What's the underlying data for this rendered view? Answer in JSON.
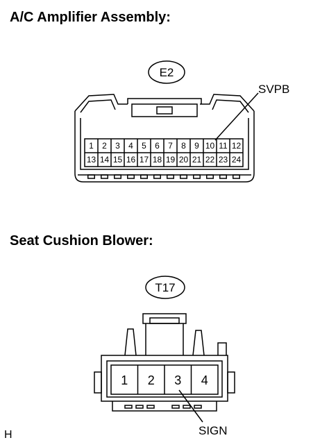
{
  "headings": {
    "ac_amplifier": "A/C Amplifier Assembly:",
    "seat_cushion": "Seat Cushion Blower:"
  },
  "connector_e2": {
    "id": "E2",
    "callout": "SVPB",
    "row1": [
      "1",
      "2",
      "3",
      "4",
      "5",
      "6",
      "7",
      "8",
      "9",
      "10",
      "11",
      "12"
    ],
    "row2": [
      "13",
      "14",
      "15",
      "16",
      "17",
      "18",
      "19",
      "20",
      "21",
      "22",
      "23",
      "24"
    ]
  },
  "connector_t17": {
    "id": "T17",
    "callout": "SIGN",
    "pins": [
      "1",
      "2",
      "3",
      "4"
    ]
  },
  "footer": {
    "letter": "H"
  }
}
